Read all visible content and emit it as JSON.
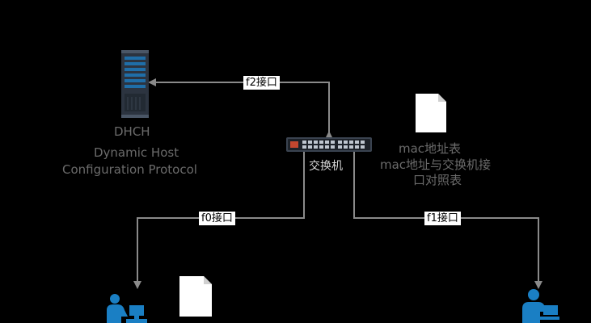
{
  "server": {
    "name": "DHCH",
    "line1": "Dynamic Host",
    "line2": "Configuration Protocol"
  },
  "switch": {
    "label": "交换机"
  },
  "mac_table": {
    "line1": "mac地址表",
    "line2": "mac地址与交换机接",
    "line3": "口对照表"
  },
  "ports": {
    "f0": "f0接口",
    "f1": "f1接口",
    "f2": "f2接口"
  },
  "colors": {
    "background": "#000000",
    "line": "#8a8a8a",
    "accent": "#1a7fc4",
    "server": "#2c3440"
  }
}
